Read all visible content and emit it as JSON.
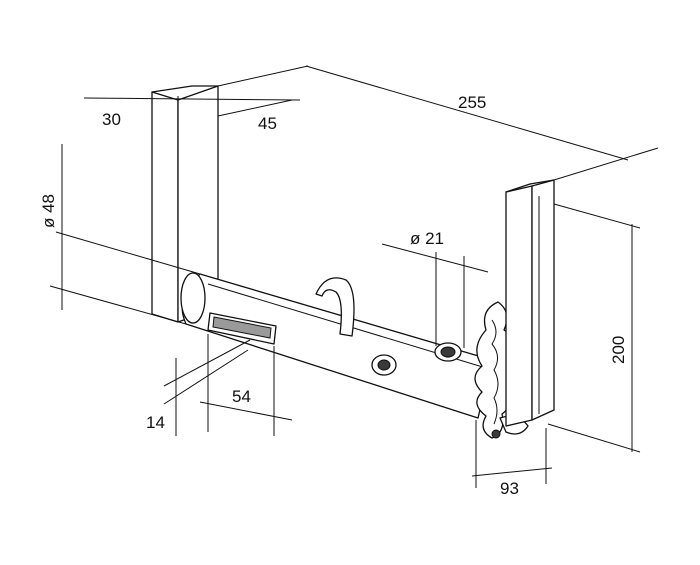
{
  "dimensions": {
    "flap_left": "30",
    "flap_right": "45",
    "total_length": "255",
    "tube_diameter": "ø 48",
    "pin_diameter": "ø 21",
    "slot_height": "14",
    "slot_length": "54",
    "plate_height": "200",
    "plate_width": "93"
  }
}
